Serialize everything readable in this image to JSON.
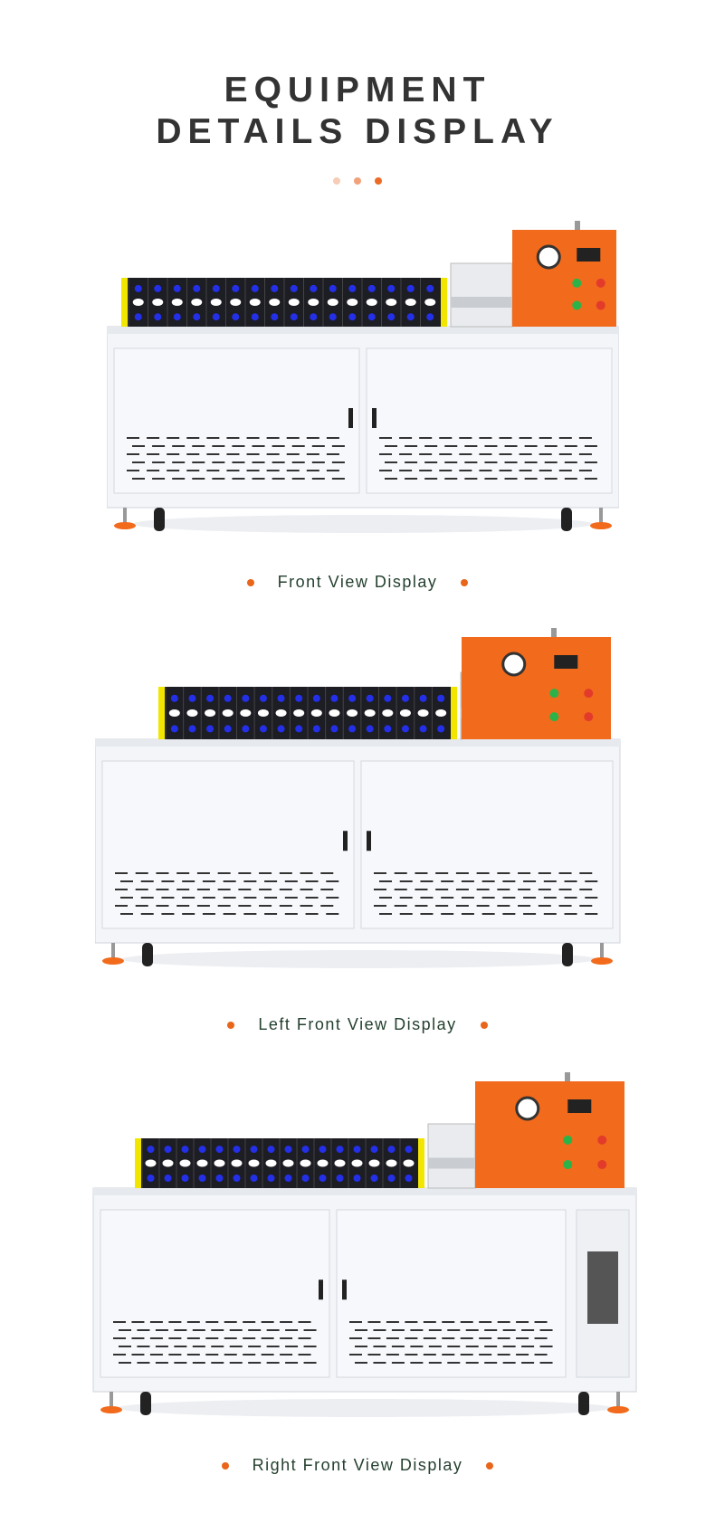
{
  "header": {
    "title_line1": "EQUIPMENT",
    "title_line2": "DETAILS DISPLAY",
    "dot_colors": [
      "#f6cdb6",
      "#f2a27a",
      "#ec6a25"
    ]
  },
  "views": [
    {
      "caption": "Front View Display"
    },
    {
      "caption": "Left Front View Display"
    },
    {
      "caption": "Right Front View Display"
    }
  ],
  "colors": {
    "accent": "#e8651a",
    "caption": "#24402f",
    "machine_orange": "#f26a1b",
    "cell_blue": "#2430e8"
  }
}
